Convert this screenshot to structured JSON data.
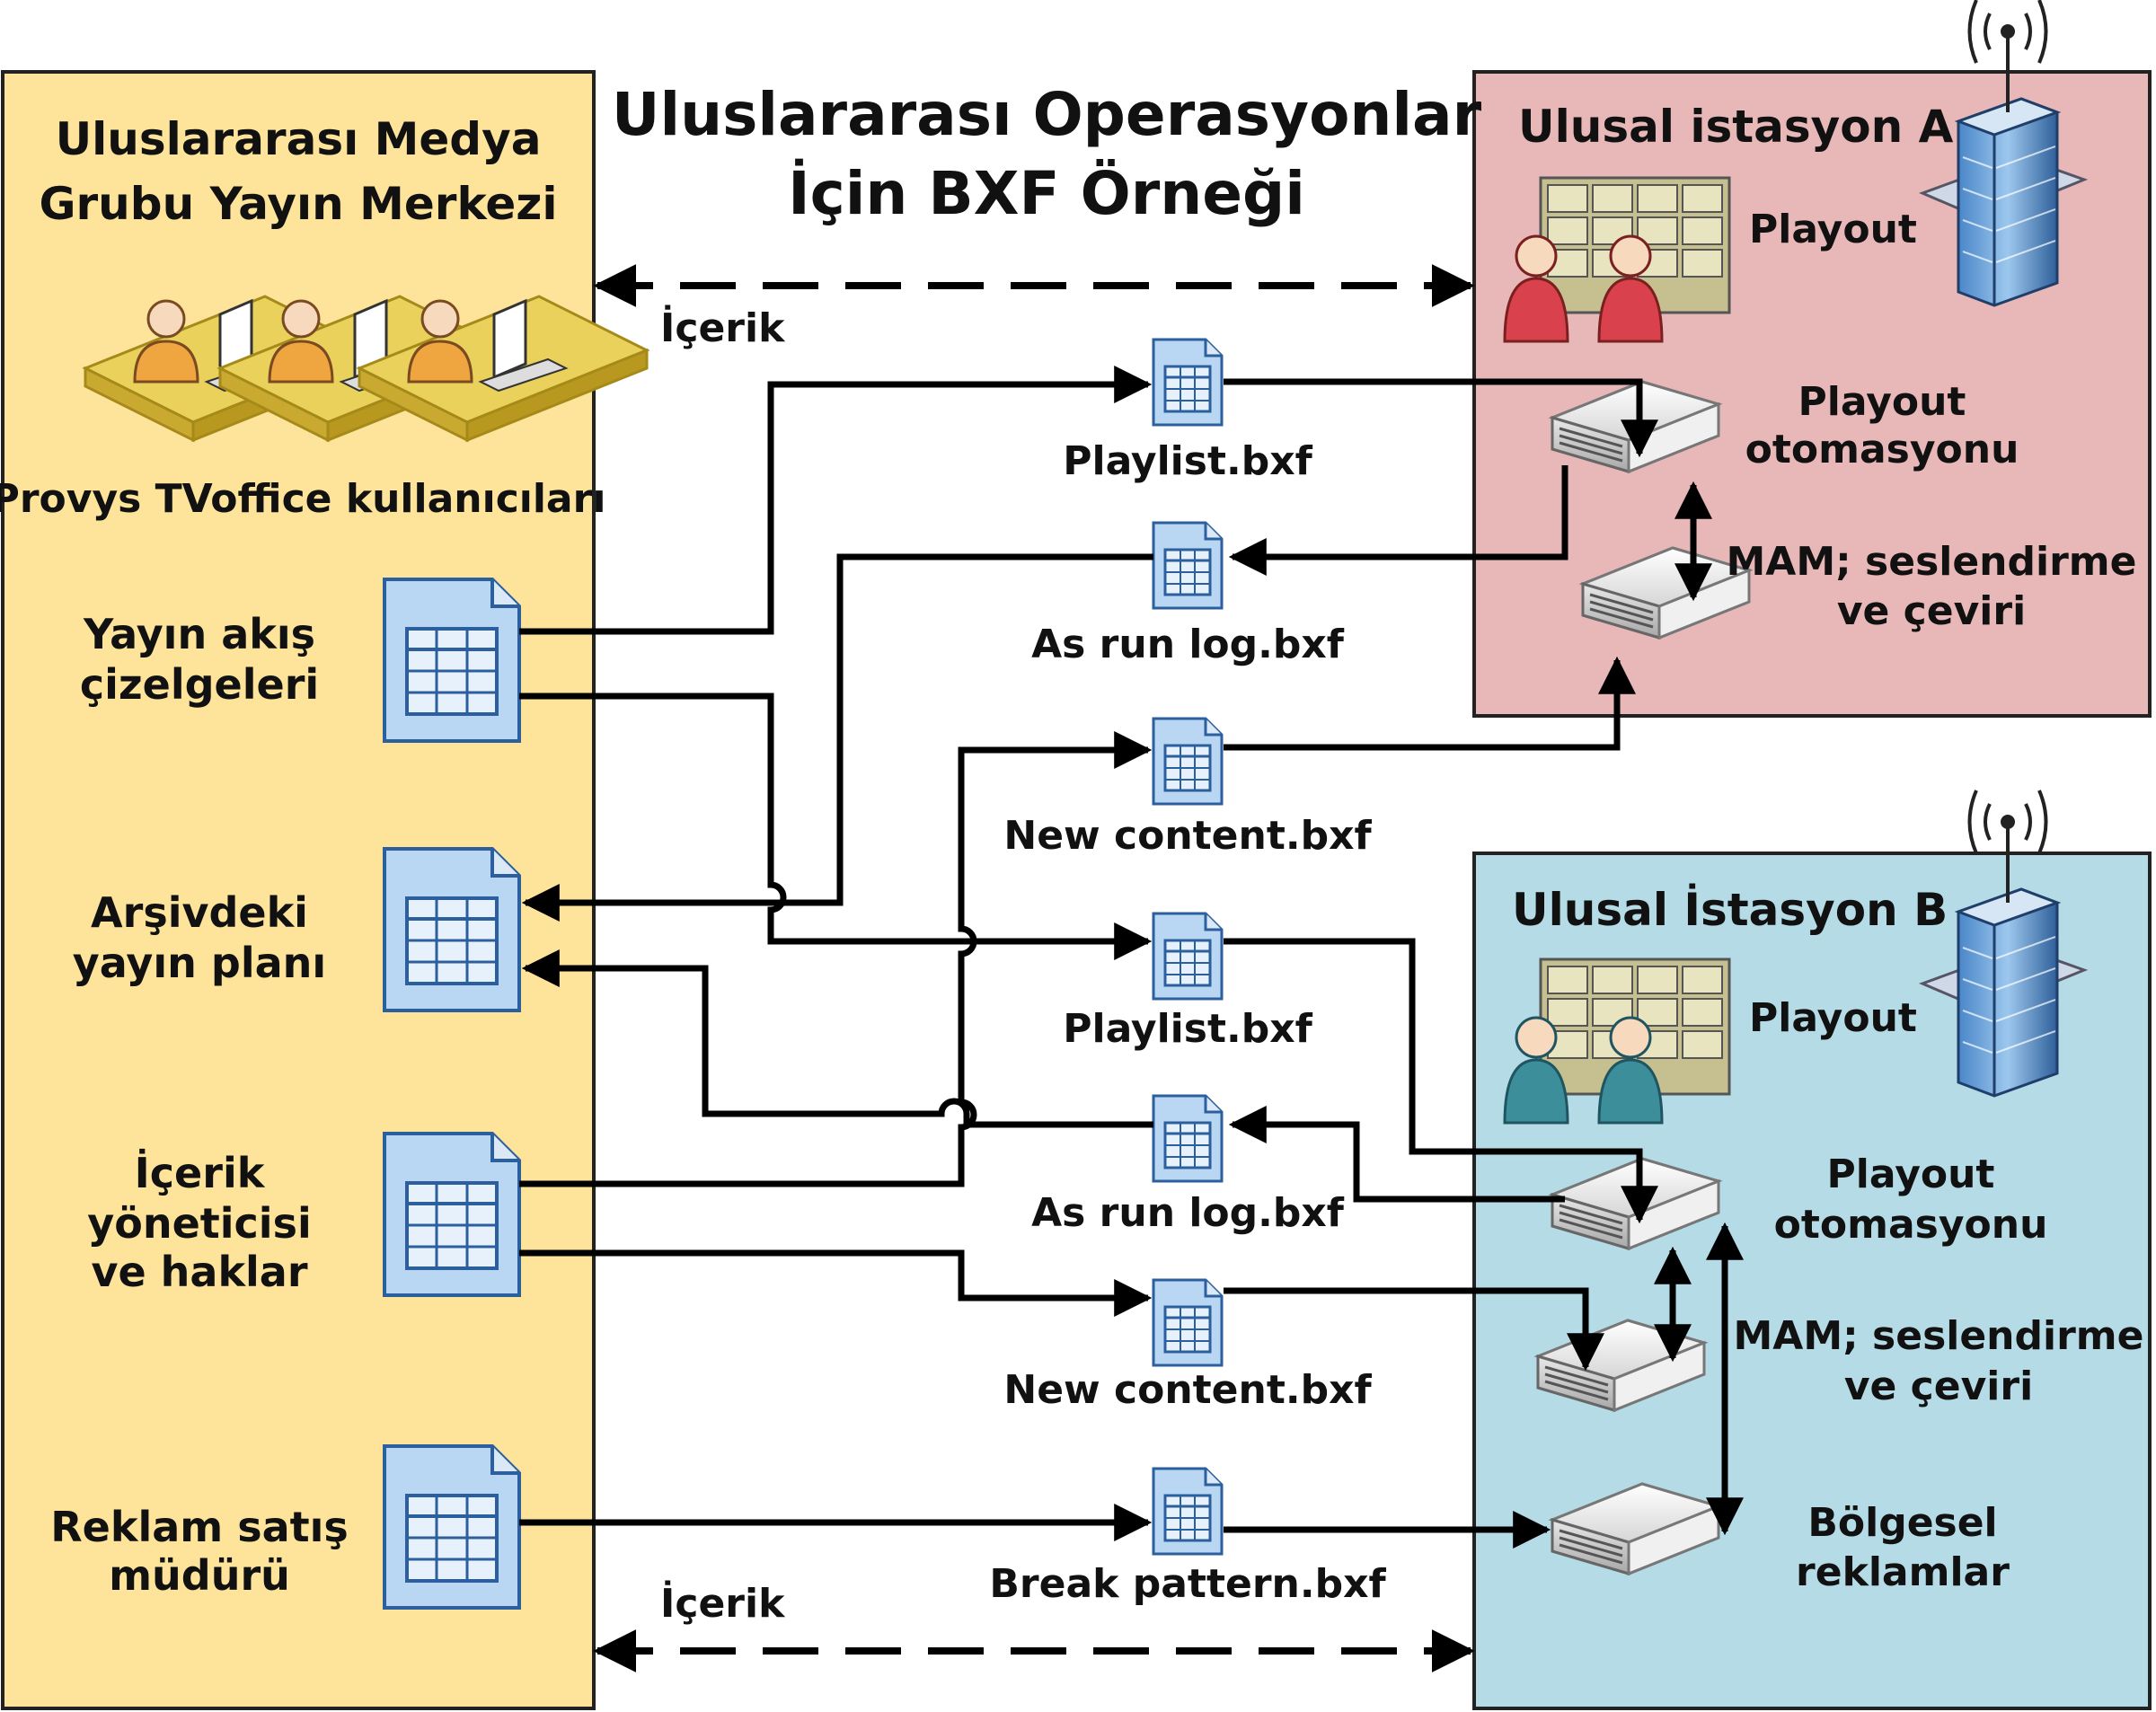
{
  "title": {
    "line1": "Uluslararası Operasyonlar",
    "line2": "İçin BXF Örneği"
  },
  "hub": {
    "title_line1": "Uluslararası Medya",
    "title_line2": "Grubu Yayın Merkezi",
    "users_label": "Provys TVoffice kullanıcıları",
    "items": [
      {
        "line1": "Yayın akış",
        "line2": "çizelgeleri"
      },
      {
        "line1": "Arşivdeki",
        "line2": "yayın planı"
      },
      {
        "line1": "İçerik",
        "line2": "yöneticisi",
        "line3": "ve haklar"
      },
      {
        "line1": "Reklam satış",
        "line2": "müdürü"
      }
    ]
  },
  "content_labels": {
    "top": "İçerik",
    "bottom": "İçerik"
  },
  "files": [
    "Playlist.bxf",
    "As run log.bxf",
    "New content.bxf",
    "Playlist.bxf",
    "As run log.bxf",
    "New content.bxf",
    "Break pattern.bxf"
  ],
  "station_a": {
    "title": "Ulusal istasyon A",
    "playout": "Playout",
    "automation_line1": "Playout",
    "automation_line2": "otomasyonu",
    "mam_line1": "MAM; seslendirme",
    "mam_line2": "ve çeviri"
  },
  "station_b": {
    "title": "Ulusal İstasyon B",
    "playout": "Playout",
    "automation_line1": "Playout",
    "automation_line2": "otomasyonu",
    "mam_line1": "MAM; seslendirme",
    "mam_line2": "ve çeviri",
    "regional_line1": "Bölgesel",
    "regional_line2": "reklamlar"
  },
  "colors": {
    "hub_fill": "#fde49a",
    "station_a_fill": "#e8b8b8",
    "station_b_fill": "#b5dbe6",
    "doc_fill": "#b9d6f2",
    "doc_stroke": "#2b5f9e",
    "line": "#000000"
  }
}
